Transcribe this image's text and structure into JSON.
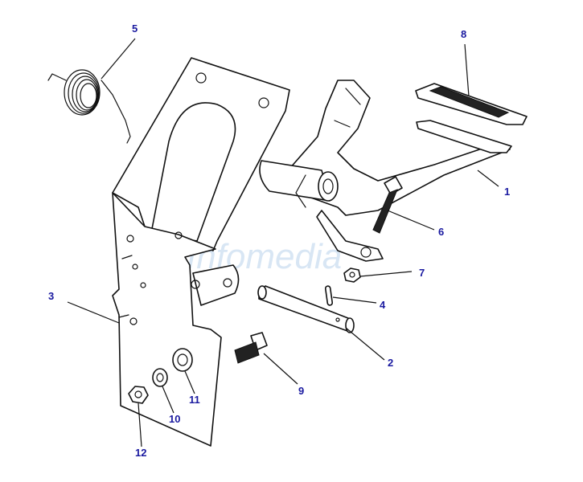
{
  "watermark": "Infomedia",
  "callouts": {
    "c1": "1",
    "c2": "2",
    "c3": "3",
    "c4": "4",
    "c5": "5",
    "c6": "6",
    "c7": "7",
    "c8": "8",
    "c9": "9",
    "c10": "10",
    "c11": "11",
    "c12": "12"
  },
  "colors": {
    "line": "#111111",
    "callout_text": "#1a1aa0",
    "watermark": "#a9c8e8"
  }
}
